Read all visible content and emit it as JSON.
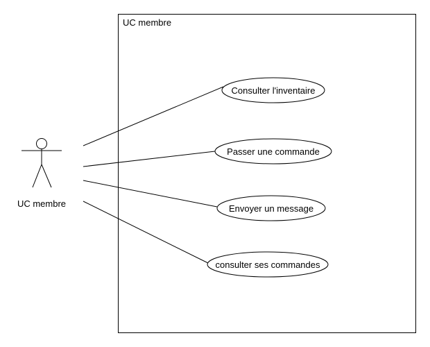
{
  "system": {
    "title": "UC membre"
  },
  "actor": {
    "name": "UC membre",
    "icon": "stick-figure-actor-icon"
  },
  "use_cases": [
    {
      "label": "Consulter l'inventaire"
    },
    {
      "label": "Passer une commande"
    },
    {
      "label": "Envoyer un message"
    },
    {
      "label": "consulter ses commandes"
    }
  ],
  "colors": {
    "stroke": "#000000",
    "background": "#ffffff"
  }
}
